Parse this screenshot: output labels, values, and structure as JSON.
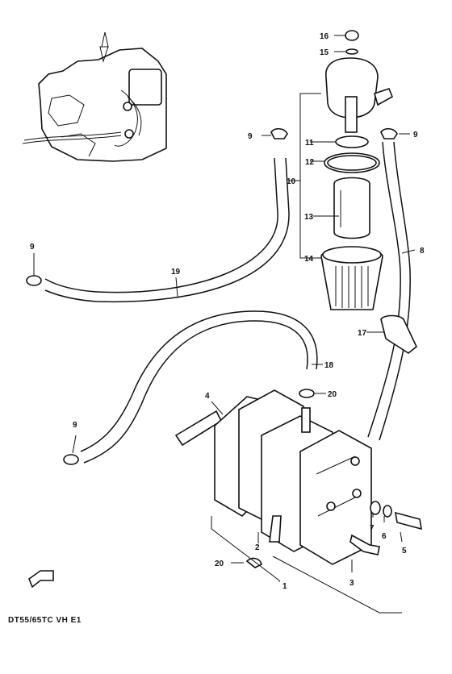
{
  "caption": "DT55/65TC VH E1",
  "callouts": [
    {
      "id": "c1",
      "text": "1"
    },
    {
      "id": "c2",
      "text": "2"
    },
    {
      "id": "c3",
      "text": "3"
    },
    {
      "id": "c4",
      "text": "4"
    },
    {
      "id": "c5",
      "text": "5"
    },
    {
      "id": "c6",
      "text": "6"
    },
    {
      "id": "c7",
      "text": "7"
    },
    {
      "id": "c8",
      "text": "8"
    },
    {
      "id": "c9a",
      "text": "9"
    },
    {
      "id": "c9b",
      "text": "9"
    },
    {
      "id": "c9c",
      "text": "9"
    },
    {
      "id": "c9d",
      "text": "9"
    },
    {
      "id": "c10",
      "text": "10"
    },
    {
      "id": "c11",
      "text": "11"
    },
    {
      "id": "c12",
      "text": "12"
    },
    {
      "id": "c13",
      "text": "13"
    },
    {
      "id": "c14",
      "text": "14"
    },
    {
      "id": "c15",
      "text": "15"
    },
    {
      "id": "c16",
      "text": "16"
    },
    {
      "id": "c17",
      "text": "17"
    },
    {
      "id": "c18",
      "text": "18"
    },
    {
      "id": "c19",
      "text": "19"
    },
    {
      "id": "c20a",
      "text": "20"
    },
    {
      "id": "c20b",
      "text": "20"
    }
  ]
}
